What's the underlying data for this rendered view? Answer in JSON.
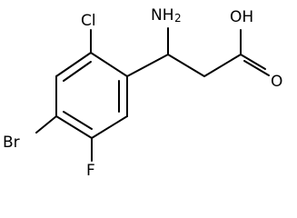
{
  "molecule": {
    "atoms": {
      "cl": "Cl",
      "br": "Br",
      "f": "F",
      "amine": "NH",
      "amine_subscript": "2",
      "hydroxyl": "OH",
      "carbonyl_o": "O"
    }
  }
}
